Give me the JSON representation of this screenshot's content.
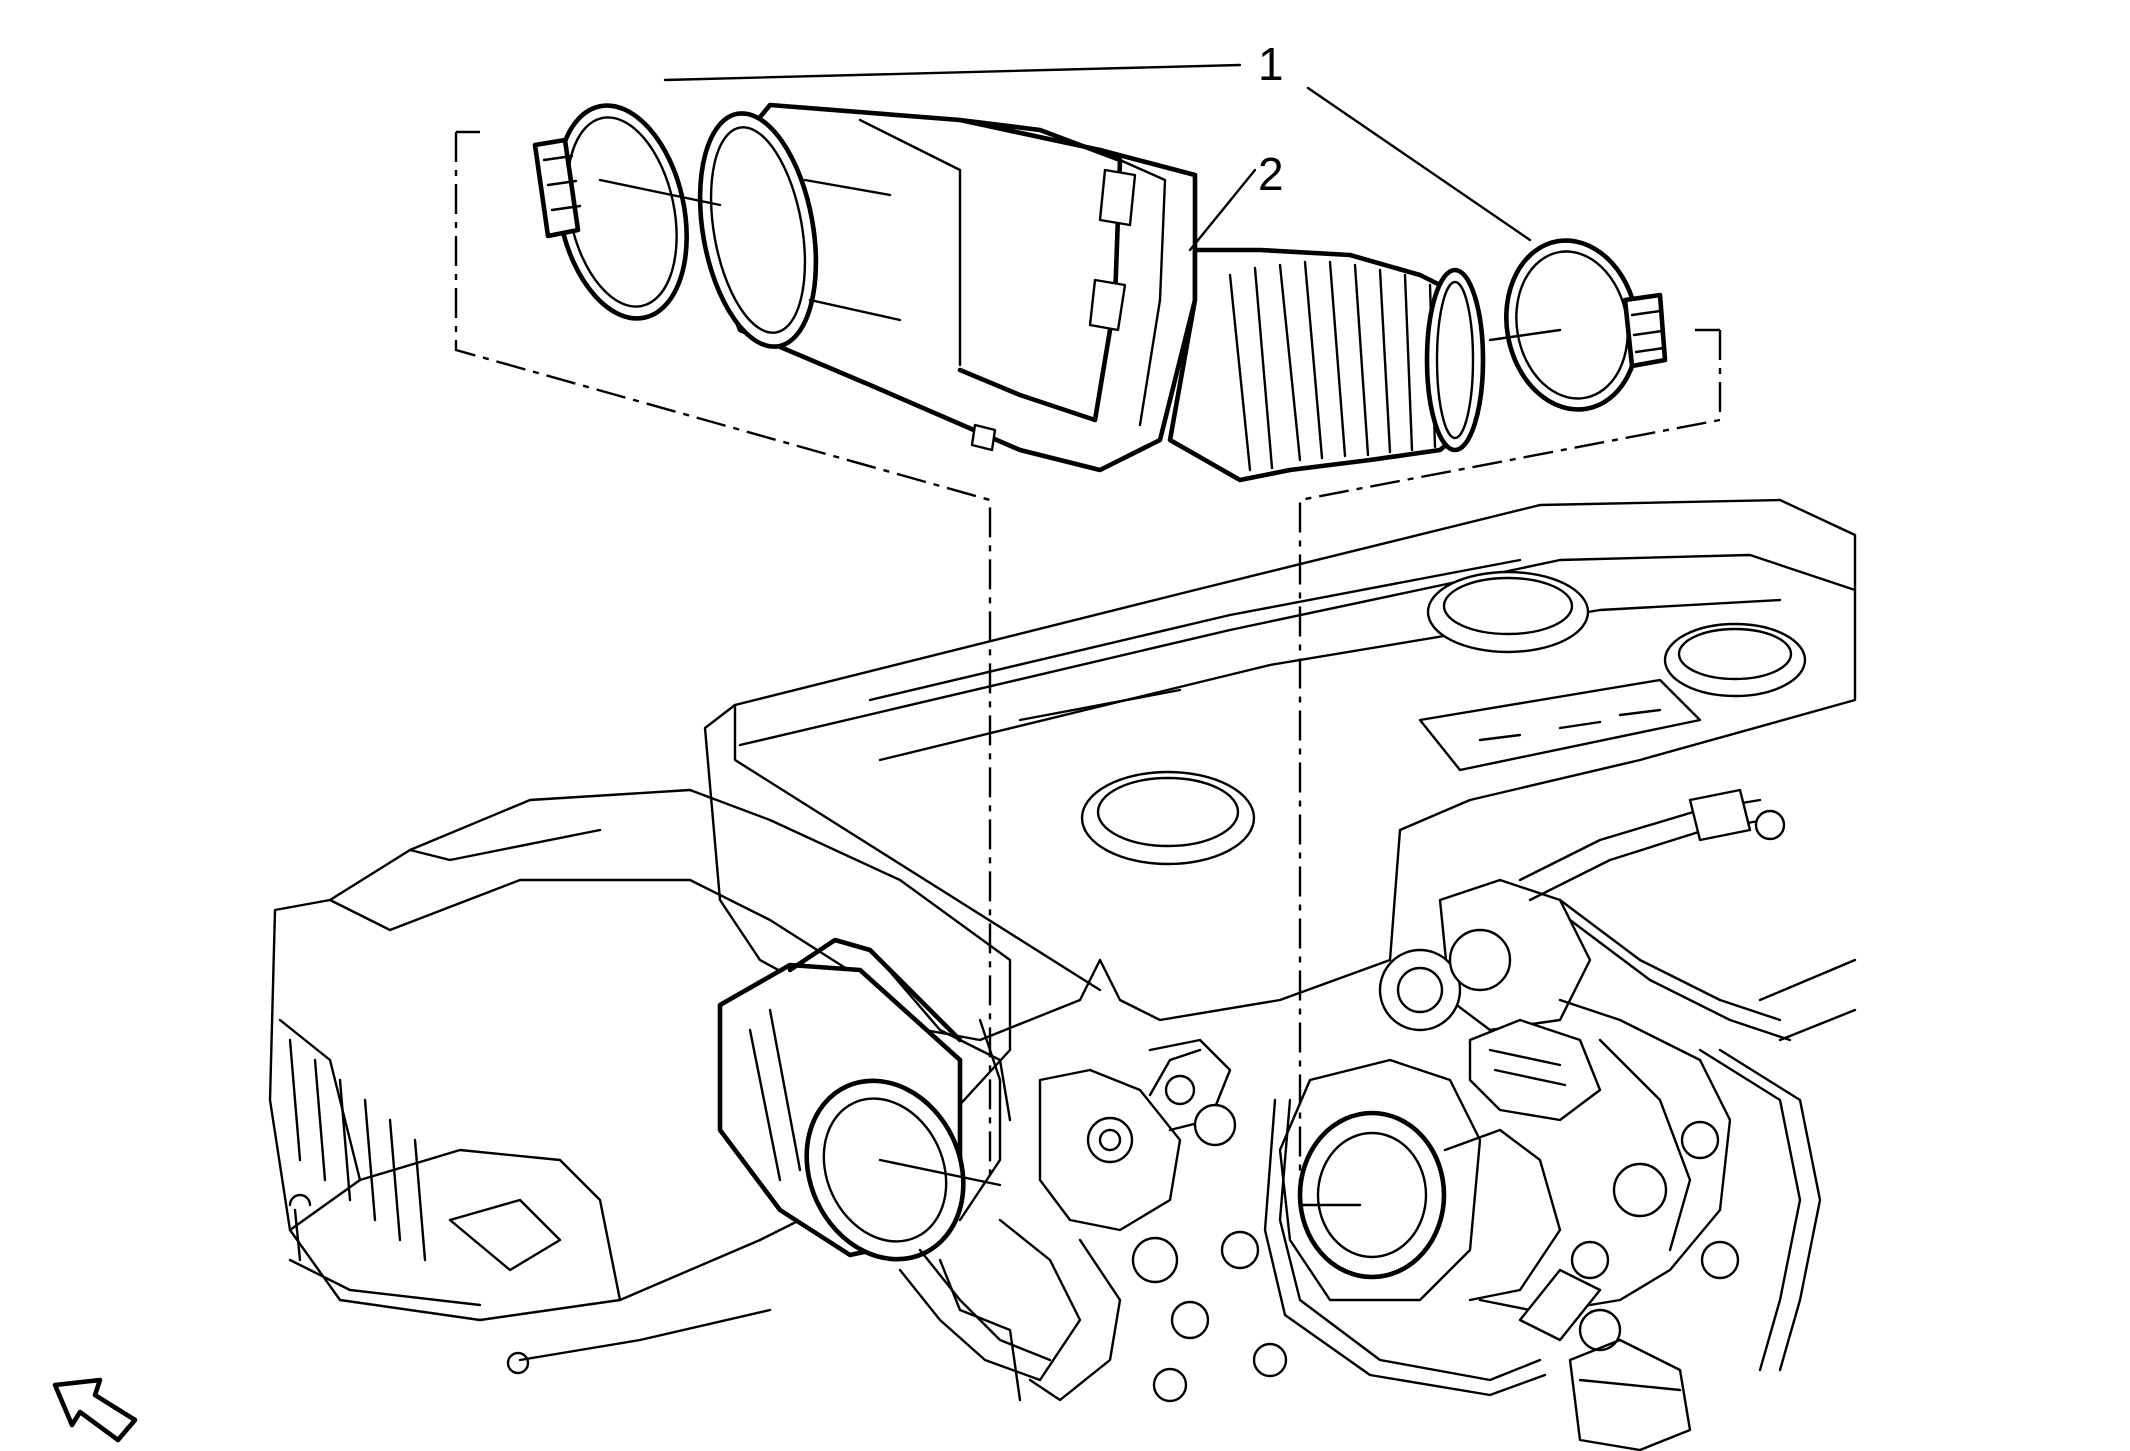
{
  "callouts": [
    {
      "id": "1",
      "label": "1"
    },
    {
      "id": "2",
      "label": "2"
    }
  ],
  "colors": {
    "line": "#000000",
    "background": "#ffffff"
  },
  "icons": [
    "view-direction-arrow-icon"
  ]
}
